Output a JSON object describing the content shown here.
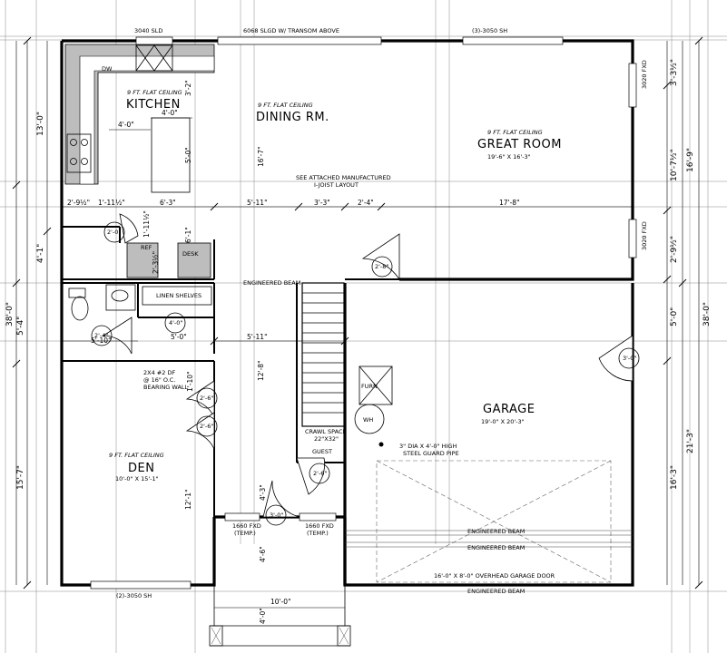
{
  "rooms": {
    "kitchen": {
      "name": "KITCHEN",
      "ceiling": "9 FT. FLAT CEILING"
    },
    "dining": {
      "name": "DINING RM.",
      "ceiling": "9 FT. FLAT CEILING"
    },
    "great": {
      "name": "GREAT ROOM",
      "ceiling": "9 FT. FLAT CEILING",
      "size": "19'-6\" X 16'-3\""
    },
    "garage": {
      "name": "GARAGE",
      "size": "19'-0\" X 20'-3\""
    },
    "den": {
      "name": "DEN",
      "ceiling": "9 FT. FLAT CEILING",
      "size": "10'-0\" X 15'-1\""
    }
  },
  "labels": {
    "desk": "DESK",
    "ref": "REF",
    "dw": "DW",
    "linen": "LINEN SHELVES",
    "furn": "FURN",
    "wh": "WH",
    "crawl1": "CRAWL SPACE",
    "crawl2": "22\"X32\"",
    "guest": "GUEST",
    "eng_beam": "ENGINEERED BEAM",
    "joist1": "SEE ATTACHED MANUFACTURED",
    "joist2": "I-JOIST LAYOUT",
    "bearing1": "2X4 #2 DF",
    "bearing2": "@ 16\" O.C.",
    "bearing3": "BEARING WALL",
    "pipe1": "3\" DIA X 4'-0\" HIGH",
    "pipe2": "STEEL GUARD PIPE",
    "garage_door": "16'-0\" X 8'-0\" OVERHEAD GARAGE DOOR"
  },
  "windows": {
    "w_3040": "3040 SLD",
    "w_6068": "6068 SLGD W/ TRANSOM ABOVE",
    "w_3050_top": "(3)-3050 SH",
    "w_3050_bot": "(2)-3050 SH",
    "w_1660a": "1660 FXD",
    "w_1660a_t": "(TEMP.)",
    "w_1660b": "1660 FXD",
    "w_1660b_t": "(TEMP.)",
    "w_3020a": "3020 FXD",
    "w_3020b": "3020 FXD"
  },
  "doors": {
    "d_kit": "2'-0\"",
    "d_2_8": "2'-8\"",
    "d_bath": "2'-4\"",
    "d_hall": "4'-0\"",
    "d_den1": "2'-6\"",
    "d_den2": "2'-6\"",
    "d_guest": "2'-6\"",
    "d_entry": "3'-0\"",
    "d_garage": "3'-0\""
  },
  "dims": {
    "k_4_0a": "4'-0\"",
    "k_4_0b": "4'-0\"",
    "k_3_2": "3'-2\"",
    "k_5_0": "5'-0\"",
    "k_6_3": "6'-3\"",
    "k_2_9": "2'-9½\"",
    "k_1_11": "1'-11½\"",
    "k_1_11b": "1'-11½\"",
    "k_2_3": "2'-3½\"",
    "k_6_1": "6'-1\"",
    "d_16_7": "16'-7\"",
    "h_5_11a": "5'-11\"",
    "h_3_3": "3'-3\"",
    "h_2_4": "2'-4\"",
    "h_17_8": "17'-8\"",
    "h_5_0": "5'-0\"",
    "h_5_11b": "5'-11\"",
    "h_5_10": "5'-10\"",
    "h_12_8": "12'-8\"",
    "h_1_10": "1'-10\"",
    "h_12_1": "12'-1\"",
    "h_4_3": "4'-3\"",
    "h_4_6": "4'-6\"",
    "h_10_0": "10'-0\"",
    "h_4_0": "4'-0\"",
    "l_13_0": "13'-0\"",
    "l_4_1": "4'-1\"",
    "l_5_4": "5'-4\"",
    "l_15_7": "15'-7\"",
    "l_38_0": "38'-0\"",
    "r_3_3": "3'-3½\"",
    "r_10_7": "10'-7½\"",
    "r_16_9": "16'-9\"",
    "r_2_9": "2'-9½\"",
    "r_5_0": "5'-0\"",
    "r_16_3": "16'-3\"",
    "r_21_3": "21'-3\"",
    "r_38_0": "38'-0\""
  }
}
